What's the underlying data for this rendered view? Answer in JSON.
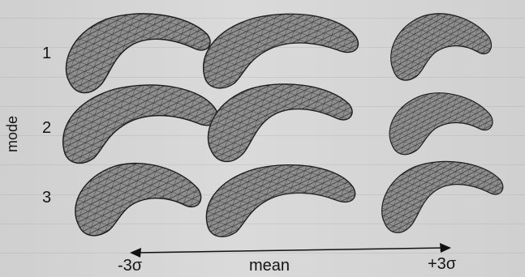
{
  "figure": {
    "mode_label": "mode",
    "rows": [
      "1",
      "2",
      "3"
    ],
    "axis": {
      "left": "-3σ",
      "center": "mean",
      "right": "+3σ"
    }
  },
  "colors": {
    "mesh_fill": "#8e8e8e",
    "mesh_line": "#2b2b2b",
    "background": "#d6d6d6"
  },
  "shape_grid": {
    "rows": 3,
    "columns": 3,
    "description_shape": "meshed-crescent"
  }
}
